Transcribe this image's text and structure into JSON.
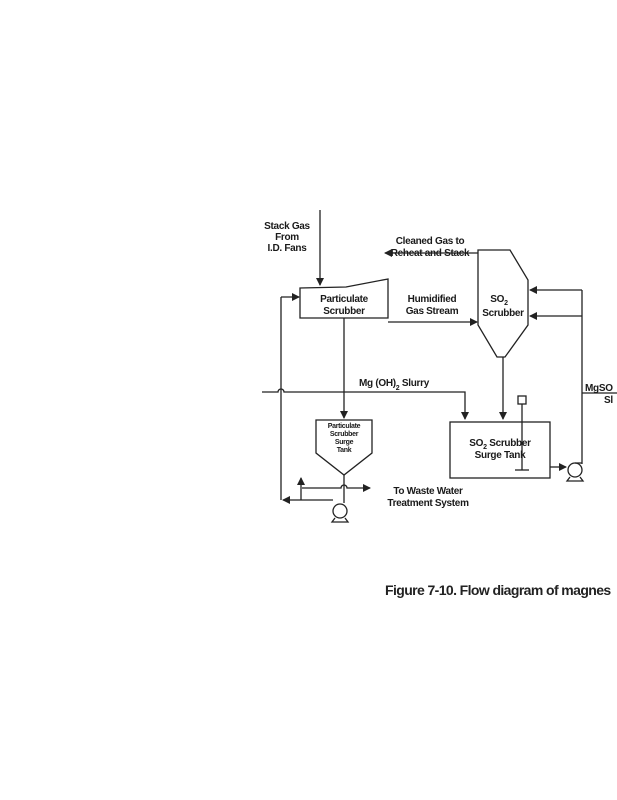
{
  "diagram": {
    "stack_gas": [
      "Stack Gas",
      "From",
      "I.D. Fans"
    ],
    "cleaned_gas": [
      "Cleaned Gas to",
      "Reheat and Stack"
    ],
    "particulate_scrubber": [
      "Particulate",
      "Scrubber"
    ],
    "humidified_gas": [
      "Humidified",
      "Gas Stream"
    ],
    "so2_scrubber": {
      "main": "SO",
      "sub": "2",
      "line2": "Scrubber"
    },
    "slurry": {
      "main": "Mg (OH)",
      "sub": "2",
      "tail": " Slurry"
    },
    "mgso_slurry": [
      "MgSO",
      "Sl"
    ],
    "particulate_tank": [
      "Particulate",
      "Scrubber",
      "Surge",
      "Tank"
    ],
    "so2_tank": {
      "main": "SO",
      "sub": "2",
      "tail": " Scrubber",
      "line2": "Surge Tank"
    },
    "waste_water": [
      "To Waste Water",
      "Treatment System"
    ]
  },
  "caption": "Figure 7-10. Flow diagram of magnes"
}
